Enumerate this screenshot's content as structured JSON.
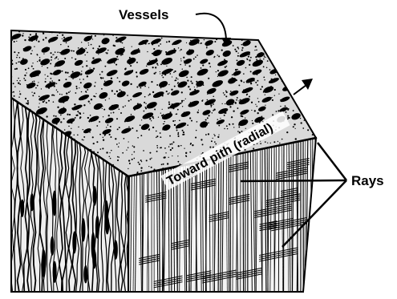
{
  "labels": {
    "vessels": "Vessels",
    "rays": "Rays",
    "radial": "Toward pith (radial)"
  },
  "colors": {
    "ink": "#000000",
    "paper": "#ffffff"
  }
}
